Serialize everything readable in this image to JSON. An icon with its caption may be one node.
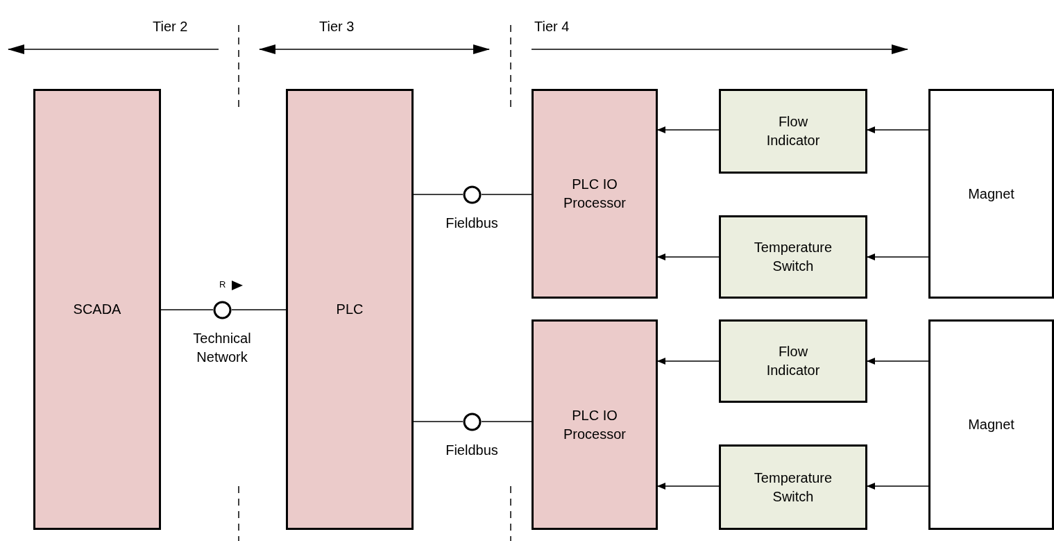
{
  "diagram": {
    "nodes": [
      {
        "text": [
          "SCADA"
        ]
      },
      {
        "text": [],
        "shape": "circle",
        "beside": [
          "Technical Network"
        ]
      },
      {
        "text": [
          "PLC"
        ]
      },
      {
        "text": [],
        "shape": "circle",
        "beside": [
          "Fieldbus"
        ]
      },
      {
        "text": [
          "PLC IO Processor"
        ]
      },
      {
        "text": [],
        "shape": "circle",
        "beside": [
          "Fieldbus"
        ]
      },
      {
        "text": [
          "PLC IO Processor"
        ]
      },
      {
        "text": [
          "Flow Indicator"
        ]
      },
      {
        "text": [
          "Temperature Switch"
        ]
      },
      {
        "text": [
          "Magnet"
        ]
      },
      {
        "text": [
          "Flow Indicator"
        ]
      },
      {
        "text": [
          "Temperature Switch"
        ]
      },
      {
        "text": [
          "Magnet"
        ]
      }
    ],
    "edges": [
      {
        "from": 0,
        "to": 1,
        "arrow": "none"
      },
      {
        "from": 1,
        "to": 2,
        "arrow": "none"
      },
      {
        "from": 2,
        "to": 3,
        "arrow": "none"
      },
      {
        "from": 3,
        "to": 4,
        "arrow": "none"
      },
      {
        "from": 2,
        "to": 5,
        "arrow": "none"
      },
      {
        "from": 5,
        "to": 6,
        "arrow": "none"
      },
      {
        "from": 7,
        "to": 4,
        "arrow": "to"
      },
      {
        "from": 8,
        "to": 4,
        "arrow": "to"
      },
      {
        "from": 9,
        "to": 7,
        "arrow": "to"
      },
      {
        "from": 9,
        "to": 8,
        "arrow": "to"
      },
      {
        "from": 10,
        "to": 6,
        "arrow": "to"
      },
      {
        "from": 11,
        "to": 6,
        "arrow": "to"
      },
      {
        "from": 12,
        "to": 10,
        "arrow": "to"
      },
      {
        "from": 12,
        "to": 11,
        "arrow": "to"
      }
    ],
    "labels": [
      "Tier 2",
      "Tier 3",
      "Tier 4",
      "R"
    ]
  }
}
